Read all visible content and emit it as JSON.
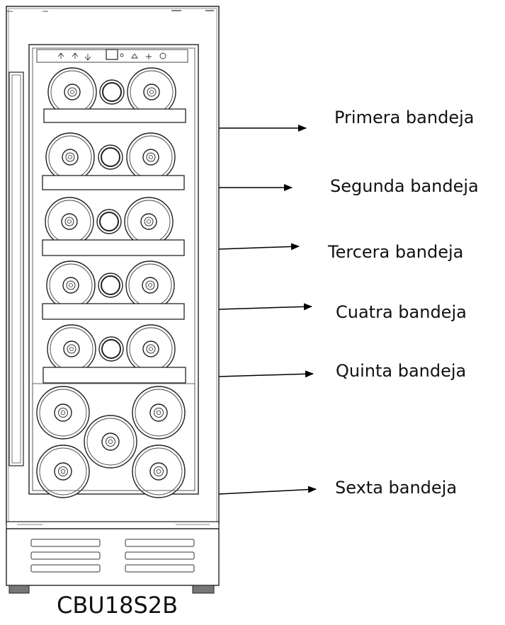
{
  "appliance": {
    "model": "CBU18S2B"
  },
  "shelves": [
    {
      "label": "Primera bandeja"
    },
    {
      "label": "Segunda bandeja"
    },
    {
      "label": "Tercera bandeja"
    },
    {
      "label": "Cuatra bandeja"
    },
    {
      "label": "Quinta bandeja"
    },
    {
      "label": "Sexta bandeja"
    }
  ]
}
